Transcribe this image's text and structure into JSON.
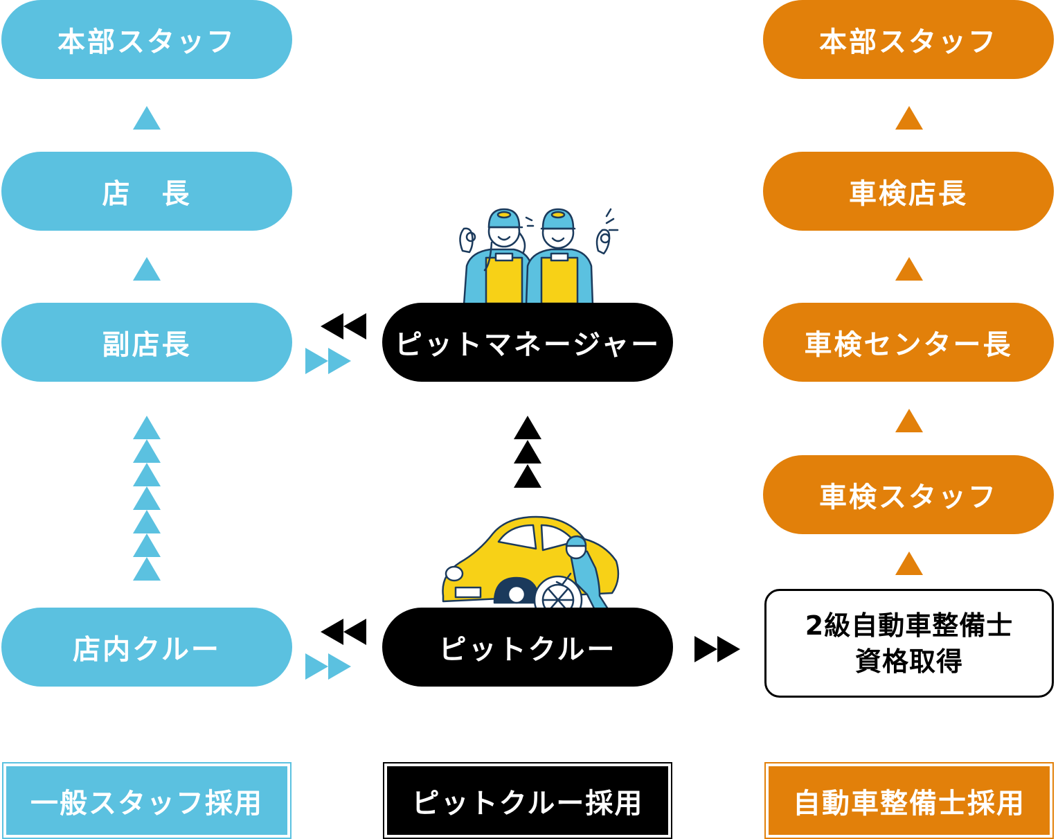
{
  "colors": {
    "general": "#5bc1e0",
    "pit": "#000000",
    "mechanic": "#e2800a"
  },
  "left_track": {
    "steps": [
      "本部スタッフ",
      "店　長",
      "副店長",
      "店内クルー"
    ],
    "footer": "一般スタッフ採用"
  },
  "center_track": {
    "steps": [
      "ピットマネージャー",
      "ピットクルー"
    ],
    "footer": "ピットクルー採用",
    "illustrations": [
      "two-mechanics-ok-sign",
      "mechanic-changing-tire-yellow-car"
    ]
  },
  "right_track": {
    "steps": [
      "本部スタッフ",
      "車検店長",
      "車検センター長",
      "車検スタッフ"
    ],
    "qualification": [
      "2級自動車整備士",
      "資格取得"
    ],
    "footer": "自動車整備士採用"
  }
}
